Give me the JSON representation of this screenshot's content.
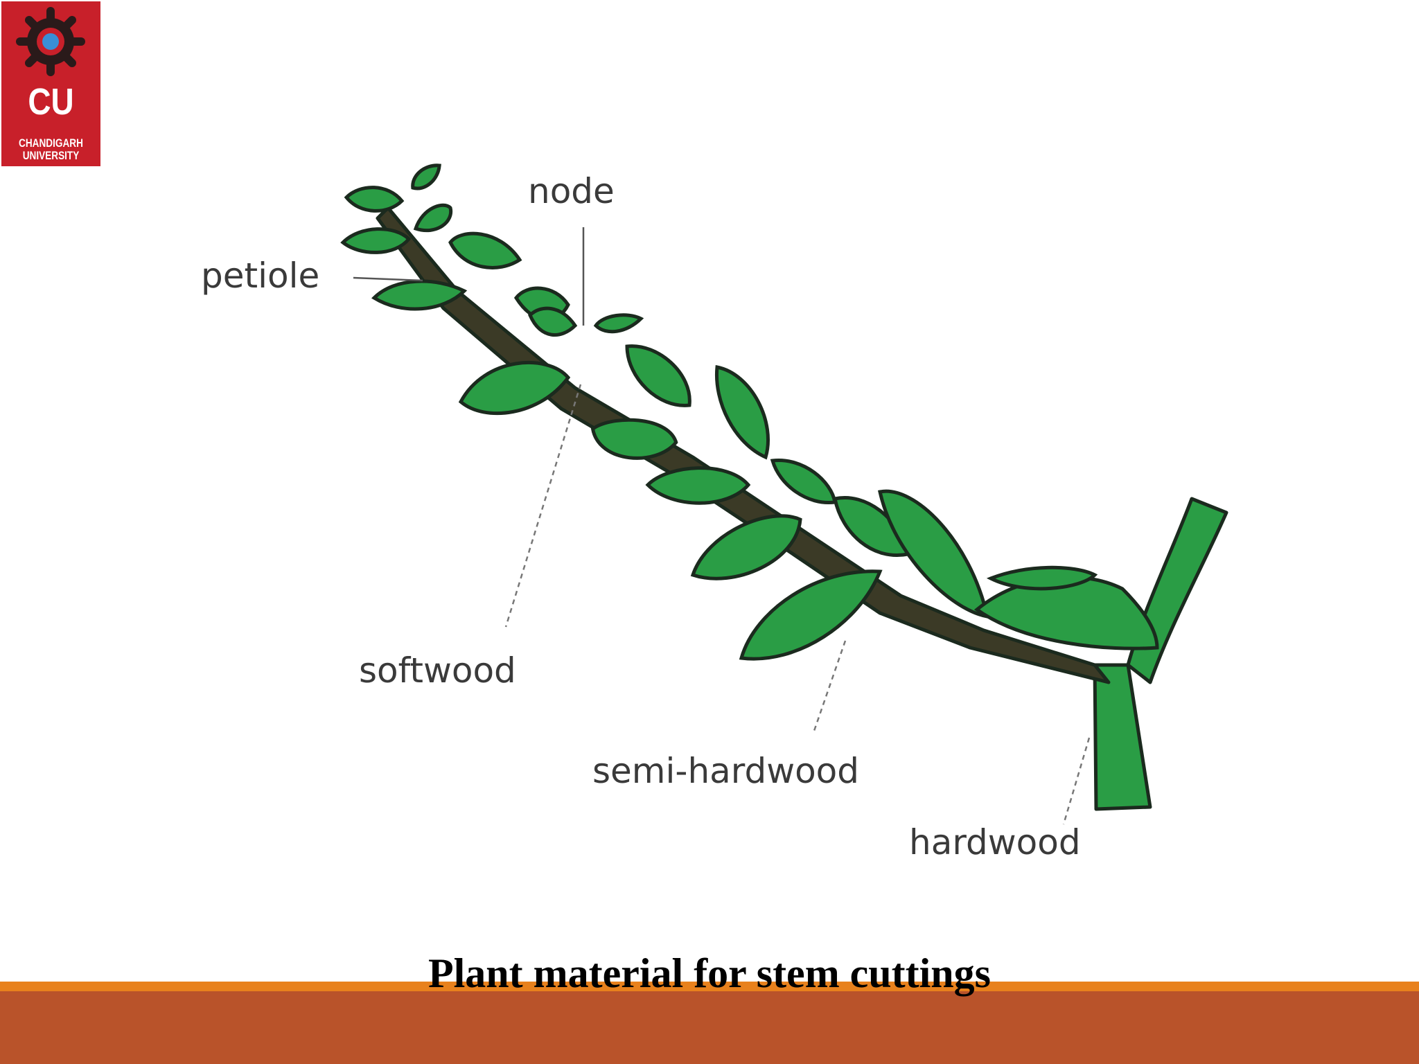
{
  "logo": {
    "initials": "CU",
    "line1": "CHANDIGARH",
    "line2": "UNIVERSITY"
  },
  "labels": {
    "node": "node",
    "petiole": "petiole",
    "softwood": "softwood",
    "semi_hardwood": "semi-hardwood",
    "hardwood": "hardwood"
  },
  "title": "Plant material for stem cuttings",
  "colors": {
    "leaf": "#2a9d45",
    "outline": "#1b2a1e",
    "logo_red": "#c8202a",
    "bar_orange": "#e8811d",
    "bar_rust": "#b9532a"
  }
}
